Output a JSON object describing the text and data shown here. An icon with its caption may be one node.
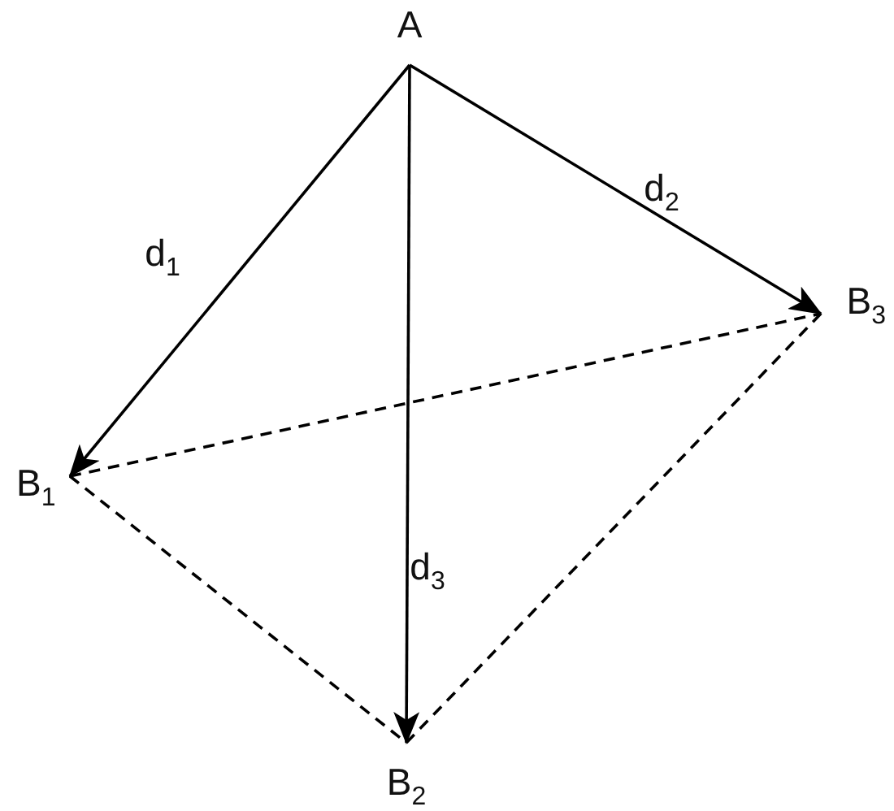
{
  "diagram": {
    "nodes": [
      {
        "text": [
          "A"
        ]
      },
      {
        "text": [
          "B$_{1}$"
        ]
      },
      {
        "text": [
          "B$_{2}$"
        ]
      },
      {
        "text": [
          "B$_{3}$"
        ]
      }
    ],
    "edges": [
      {
        "from": 0,
        "to": 1,
        "arrow": "to",
        "label": "d$_{1}$"
      },
      {
        "from": 0,
        "to": 3,
        "arrow": "to",
        "label": "d$_{2}$"
      },
      {
        "from": 0,
        "to": 2,
        "arrow": "to",
        "label": "d$_{3}$"
      },
      {
        "from": 1,
        "to": 3,
        "arrow": "none",
        "style": "dashed"
      },
      {
        "from": 1,
        "to": 2,
        "arrow": "none",
        "style": "dashed"
      },
      {
        "from": 2,
        "to": 3,
        "arrow": "none",
        "style": "dashed"
      }
    ]
  }
}
